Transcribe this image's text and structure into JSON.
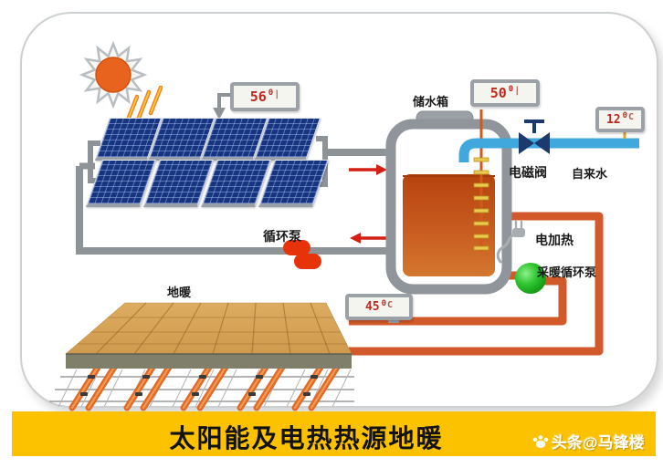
{
  "diagram": {
    "banner_title": "太阳能及电热热源地暖",
    "watermark_text": "头条@马锋楼",
    "labels": {
      "storage_tank": "储水箱",
      "solenoid_valve": "电磁阀",
      "tap_water": "自来水",
      "electric_heater": "电加热",
      "heating_circulation_pump": "采暖循环泵",
      "circulation_pump": "循环泵",
      "floor_heating": "地暖"
    },
    "gauges": {
      "collector_out": {
        "value": "56",
        "sup": "0",
        "tail": "|"
      },
      "tank_top": {
        "value": "50",
        "sup": "0",
        "tail": "|"
      },
      "tap_water": {
        "value": "12",
        "sup": "0",
        "tail": "C"
      },
      "floor_supply": {
        "value": "45",
        "sup": "0",
        "tail": "C"
      }
    },
    "colors": {
      "banner_bg": "#FCC200",
      "hot_pipe": "#D2592A",
      "cold_pipe": "#41A8DD",
      "collector_pipe": "#8E9398",
      "gauge_text": "#C0281E",
      "tank_water_top": "#B6430F",
      "tank_water_bottom": "#D4772F",
      "pump_red": "#E63309",
      "pump_green": "#1FB81F",
      "sun_orange": "#E8641E"
    }
  }
}
